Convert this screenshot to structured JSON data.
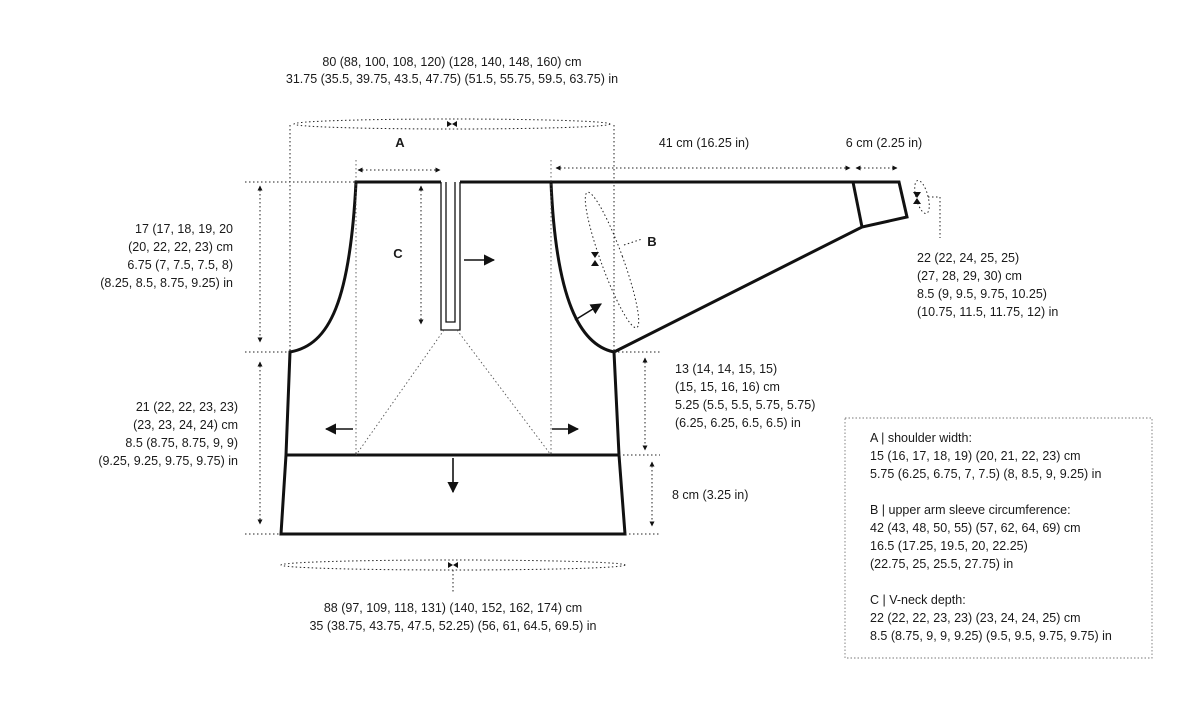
{
  "top_width": {
    "cm": "80 (88, 100, 108, 120) (128, 140, 148, 160) cm",
    "in": "31.75 (35.5, 39.75, 43.5, 47.75) (51.5, 55.75, 59.5, 63.75) in"
  },
  "bottom_width": {
    "cm": "88 (97, 109, 118, 131) (140, 152, 162, 174) cm",
    "in": "35 (38.75, 43.75, 47.5, 52.25) (56, 61, 64.5, 69.5) in"
  },
  "labels": {
    "a": "A",
    "b": "B",
    "c": "C"
  },
  "sleeve_length": "41 cm (16.25 in)",
  "cuff_length": "6 cm (2.25 in)",
  "armhole_depth": [
    "17 (17, 18, 19, 20",
    "(20, 22, 22, 23) cm",
    "6.75 (7, 7.5, 7.5, 8)",
    "(8.25, 8.5, 8.75, 9.25) in"
  ],
  "cuff_circumference": [
    "22 (22, 24, 25, 25)",
    "(27, 28, 29, 30) cm",
    "8.5 (9, 9.5, 9.75, 10.25)",
    "(10.75, 11.5, 11.75, 12) in"
  ],
  "side_length": [
    "21 (22, 22, 23, 23)",
    "(23, 23, 24, 24) cm",
    "8.5 (8.75, 8.75, 9, 9)",
    "(9.25, 9.25, 9.75, 9.75) in"
  ],
  "right_side_length": [
    "13 (14, 14, 15, 15)",
    "(15, 15, 16, 16) cm",
    "5.25 (5.5, 5.5, 5.75, 5.75)",
    "(6.25, 6.25, 6.5, 6.5) in"
  ],
  "hem_depth": "8 cm (3.25 in)",
  "legend": {
    "a_title": "A | shoulder width:",
    "a_cm": "15 (16, 17, 18, 19) (20, 21, 22, 23) cm",
    "a_in": "5.75 (6.25, 6.75, 7, 7.5) (8, 8.5, 9, 9.25) in",
    "b_title": "B | upper arm sleeve circumference:",
    "b_cm": "42 (43, 48, 50, 55) (57, 62, 64, 69) cm",
    "b_in1": "16.5 (17.25, 19.5, 20, 22.25)",
    "b_in2": "(22.75, 25, 25.5, 27.75) in",
    "c_title": "C | V-neck depth:",
    "c_cm": "22 (22, 22, 23, 23) (23, 24, 24, 25) cm",
    "c_in": "8.5 (8.75, 9, 9, 9.25) (9.5, 9.5, 9.75, 9.75) in"
  }
}
